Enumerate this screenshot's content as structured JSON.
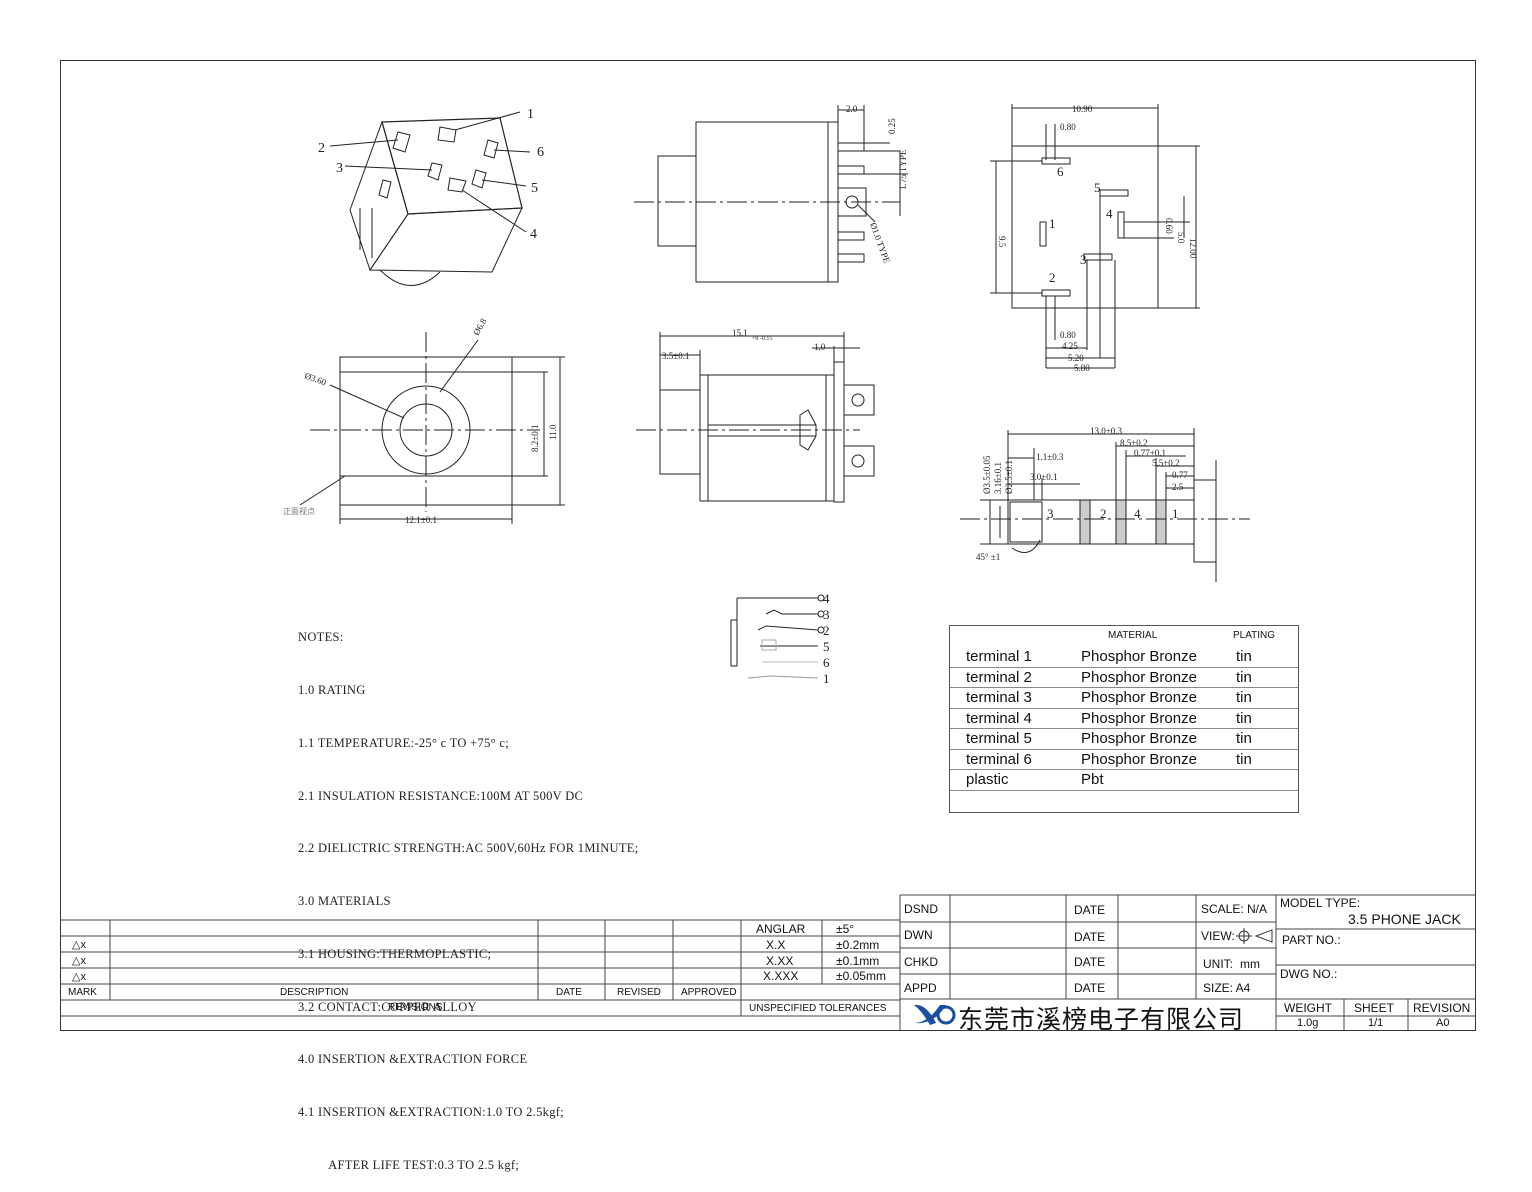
{
  "notes": [
    "NOTES:",
    "1.0 RATING",
    "1.1 TEMPERATURE:-25° c TO +75° c;",
    "2.1 INSULATION RESISTANCE:100M AT 500V DC",
    "2.2 DIELICTRIC STRENGTH:AC 500V,60Hz FOR 1MINUTE;",
    "3.0 MATERIALS",
    "3.1 HOUSING:THERMOPLASTIC;",
    "3.2 CONTACT:COPPER ALLOY",
    "4.0 INSERTION &EXTRACTION FORCE",
    "4.1 INSERTION &EXTRACTION:1.0 TO 2.5kgf;",
    "         AFTER LIFE TEST:0.3 TO 2.5 kgf;"
  ],
  "material_table": {
    "header_material": "MATERIAL",
    "header_plating": "PLATING",
    "rows": [
      {
        "part": "terminal 1",
        "material": "Phosphor Bronze",
        "plating": "tin"
      },
      {
        "part": "terminal 2",
        "material": "Phosphor Bronze",
        "plating": "tin"
      },
      {
        "part": "terminal 3",
        "material": "Phosphor Bronze",
        "plating": "tin"
      },
      {
        "part": "terminal 4",
        "material": "Phosphor Bronze",
        "plating": "tin"
      },
      {
        "part": "terminal 5",
        "material": "Phosphor Bronze",
        "plating": "tin"
      },
      {
        "part": "terminal 6",
        "material": "Phosphor Bronze",
        "plating": "tin"
      },
      {
        "part": "plastic",
        "material": "Pbt",
        "plating": ""
      }
    ]
  },
  "dimensions": {
    "d_2_0": "2.0",
    "d_0_25": "0.25",
    "d_1_75": "1.75 TYPE",
    "d_phi1": "Ø1.0 TYPE",
    "d_10_90": "10.90",
    "d_0_80a": "0.80",
    "d_9_5": "9.5",
    "d_0_60": "0.60",
    "d_5_0": "5.0",
    "d_12_00": "12.00",
    "d_0_80b": "0.80",
    "d_4_25": "4.25",
    "d_5_20": "5.20",
    "d_5_80": "5.80",
    "d_phi6_8": "Ø6.8",
    "d_phi3_60": "Ø3.60",
    "d_8_2": "8.2±0.1",
    "d_11_0": "11.0",
    "d_12_1": "12.1±0.1",
    "d_15_1": "15.1",
    "d_15_tol": "+0 -0.15",
    "d_3_5": "3.5±0.1",
    "d_1_0": "1.0",
    "d_13_0": "13.0±0.3",
    "d_8_5": "8.5±0.2",
    "d_0_77a": "0.77±0.1",
    "d_1_1": "1.1±0.3",
    "d_5_5": "5.5±0.2",
    "d_0_77b": "0.77",
    "d_2_5": "2.5",
    "d_3_0": "3.0±0.1",
    "d_phi3_5": "Ø3.5±0.05",
    "d_3_16": "3.16±0.1",
    "d_phi2_5": "Ø2.5±0.1",
    "d_45": "45° ±1",
    "blur_label": "正面视点"
  },
  "pin_labels": [
    "1",
    "2",
    "3",
    "4",
    "5",
    "6"
  ],
  "schematic_pins": [
    "4",
    "3",
    "2",
    "5",
    "6",
    "1"
  ],
  "title_block": {
    "dsnd": "DSND",
    "dwn": "DWN",
    "chkd": "CHKD",
    "appd": "APPD",
    "date": "DATE",
    "scale": "SCALE: N/A",
    "view": "VIEW:",
    "unit_label": "UNIT:",
    "unit_val": "mm",
    "size": "SIZE: A4",
    "model_type_label": "MODEL TYPE:",
    "model_type": "3.5 PHONE JACK",
    "part_no": "PART NO.:",
    "dwg_no": "DWG NO.:",
    "weight_label": "WEIGHT",
    "weight": "1.0g",
    "sheet_label": "SHEET",
    "sheet": "1/1",
    "revision_label": "REVISION",
    "revision": "A0",
    "company": "东莞市溪榜电子有限公司"
  },
  "tolerances": {
    "anglar": "ANGLAR",
    "anglar_val": "±5°",
    "xx": "X.X",
    "xx_val": "±0.2mm",
    "xxx": "X.XX",
    "xxx_val": "±0.1mm",
    "xxxx": "X.XXX",
    "xxxx_val": "±0.05mm",
    "caption": "UNSPECIFIED TOLERANCES"
  },
  "revisions": {
    "marks": [
      "△x",
      "△x",
      "△x"
    ],
    "mark": "MARK",
    "description": "DESCRIPTION",
    "date": "DATE",
    "revised": "REVISED",
    "approved": "APPROVED",
    "caption": "REVISIONS"
  }
}
